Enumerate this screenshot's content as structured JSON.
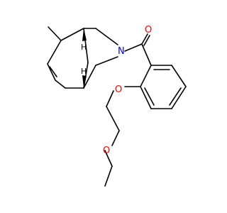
{
  "colors": {
    "background": "#ffffff",
    "bond": "#000000",
    "nitrogen": "#0000ff",
    "oxygen": "#ff0000",
    "hydrogen": "#000000"
  },
  "atoms": {
    "n": "N",
    "o_carbonyl": "O",
    "o_ether1": "O",
    "o_ether2": "O",
    "h_top": "H",
    "h_bottom": "H"
  }
}
